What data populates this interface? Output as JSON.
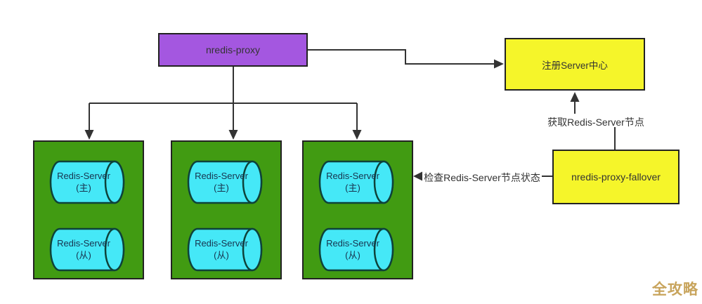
{
  "nodes": {
    "proxy": {
      "label": "nredis-proxy"
    },
    "registry": {
      "label": "注册Server中心"
    },
    "fallover": {
      "label": "nredis-proxy-fallover"
    },
    "clusters": [
      {
        "master": {
          "line1": "Redis-Server",
          "line2": "(主)"
        },
        "slave": {
          "line1": "Redis-Server",
          "line2": "(从)"
        }
      },
      {
        "master": {
          "line1": "Redis-Server",
          "line2": "(主)"
        },
        "slave": {
          "line1": "Redis-Server",
          "line2": "(从)"
        }
      },
      {
        "master": {
          "line1": "Redis-Server",
          "line2": "(主)"
        },
        "slave": {
          "line1": "Redis-Server",
          "line2": "(从)"
        }
      }
    ]
  },
  "edges": {
    "get_nodes_label": "获取Redis-Server节点",
    "check_status_label": "检查Redis-Server节点状态"
  },
  "watermark": "全攻略",
  "colors": {
    "purple": "#a457e0",
    "yellow": "#f5f52a",
    "green": "#419b12",
    "cyan": "#45e8f7",
    "cyl-border": "#0e423a",
    "cyl-text": "#17344f",
    "line": "#333333",
    "box-border": "#222222",
    "text-dark": "#333333",
    "watermark": "#c8a45c"
  }
}
